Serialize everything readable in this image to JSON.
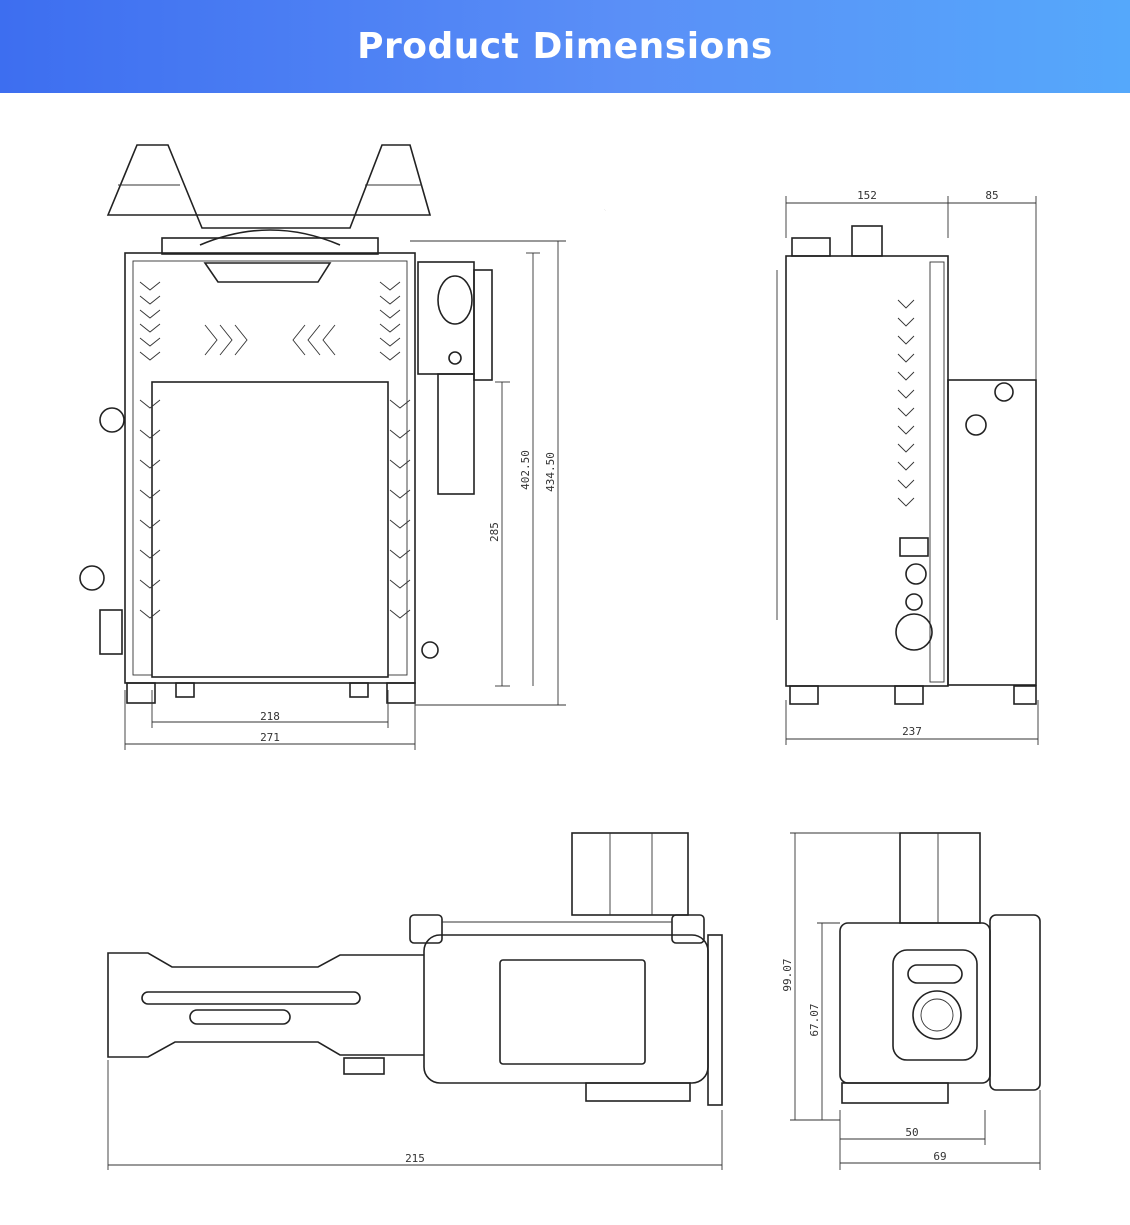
{
  "header": {
    "title": "Product Dimensions",
    "background_start": "#3d6ef0",
    "background_end": "#55a8fb"
  },
  "front_view": {
    "width_inner": "218",
    "width_outer": "271",
    "height_lower": "285",
    "height_mid": "402.50",
    "height_total": "434.50"
  },
  "side_view": {
    "depth_top": "152",
    "depth_handle": "85",
    "depth_total": "237"
  },
  "top_view": {
    "length_total": "215"
  },
  "end_view": {
    "height_total": "99.07",
    "height_body": "67.07",
    "width_inner": "50",
    "width_outer": "69"
  }
}
